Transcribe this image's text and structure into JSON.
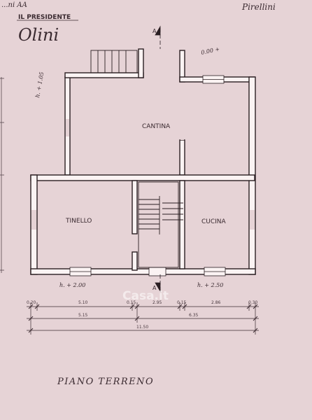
{
  "header": {
    "corner_mark": "...ni AA",
    "authority": "IL PRESIDENTE",
    "signature": "Olini",
    "top_right_signature": "Pirellini"
  },
  "rooms": {
    "cantina": "CANTINA",
    "tinello": "TINELLO",
    "cucina": "CUCINA"
  },
  "level_marks": {
    "tinello": "h. + 2.00",
    "cucina": "h. + 2.50",
    "cantina_left": "h. + 1.05",
    "cantina_right": "0.00 +"
  },
  "dimensions": {
    "row1": [
      "0.20",
      "5.10",
      "0.15",
      "2.95",
      "0.15",
      "2.86",
      "0.30"
    ],
    "row2": [
      "5.15",
      "6.35"
    ],
    "total": "11.50"
  },
  "section_marks": [
    "A",
    "A"
  ],
  "watermark": "Casa.it",
  "plan_title": "PIANO TERRENO"
}
